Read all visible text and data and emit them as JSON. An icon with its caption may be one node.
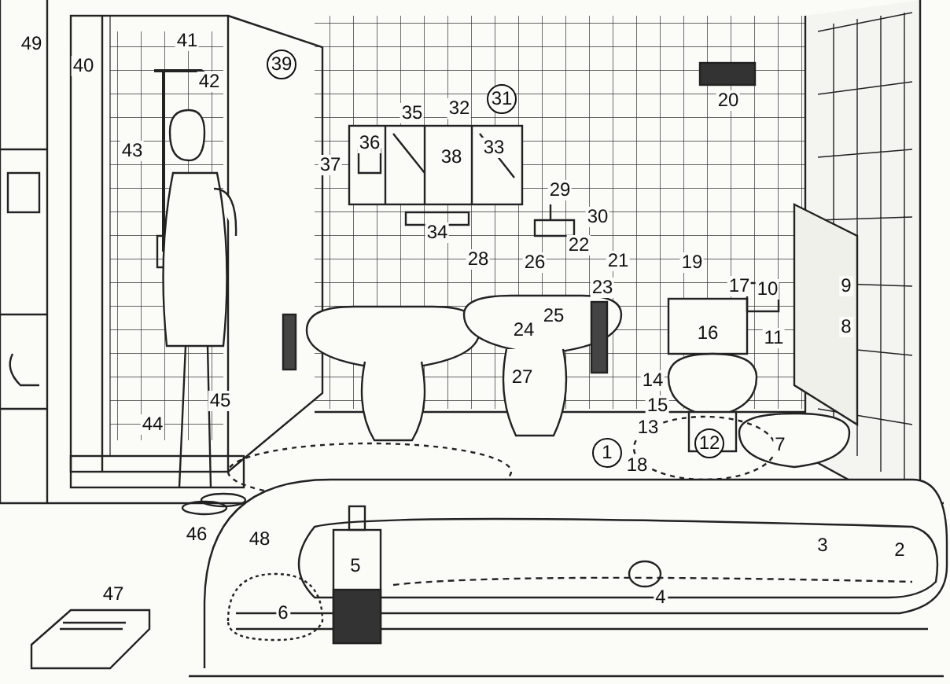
{
  "diagram": {
    "labels": [
      "49",
      "40",
      "41",
      "39",
      "31",
      "20",
      "42",
      "35",
      "32",
      "36",
      "33",
      "37",
      "38",
      "43",
      "29",
      "30",
      "34",
      "22",
      "28",
      "26",
      "21",
      "19",
      "23",
      "17",
      "10",
      "9",
      "25",
      "24",
      "16",
      "11",
      "8",
      "27",
      "14",
      "45",
      "15",
      "44",
      "13",
      "12",
      "7",
      "18",
      "46",
      "48",
      "1",
      "3",
      "2",
      "5",
      "47",
      "4",
      "6"
    ]
  }
}
